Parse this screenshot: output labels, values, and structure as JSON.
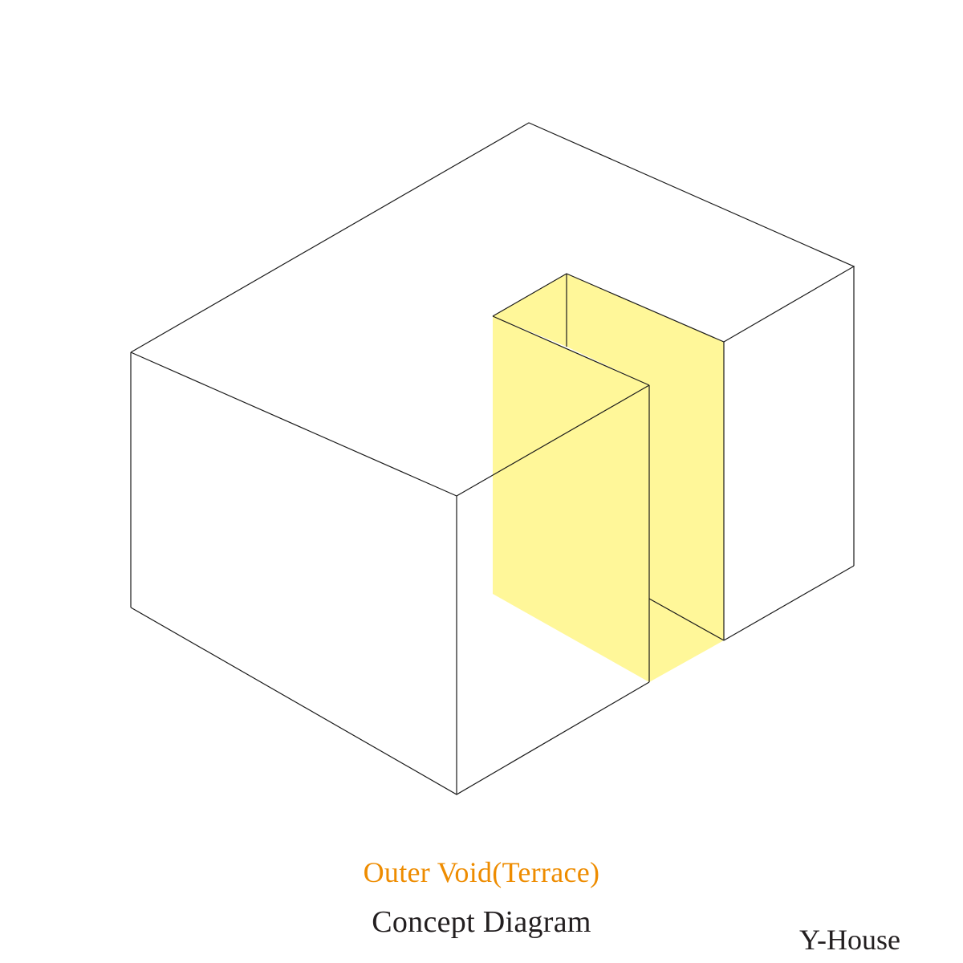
{
  "diagram": {
    "void_label": "Outer Void(Terrace)",
    "caption": "Concept Diagram",
    "project_name": "Y-House"
  },
  "colors": {
    "void_fill": "#fff799",
    "void_label": "#ee8c00",
    "line": "#1a1a1a",
    "text": "#231f20"
  }
}
